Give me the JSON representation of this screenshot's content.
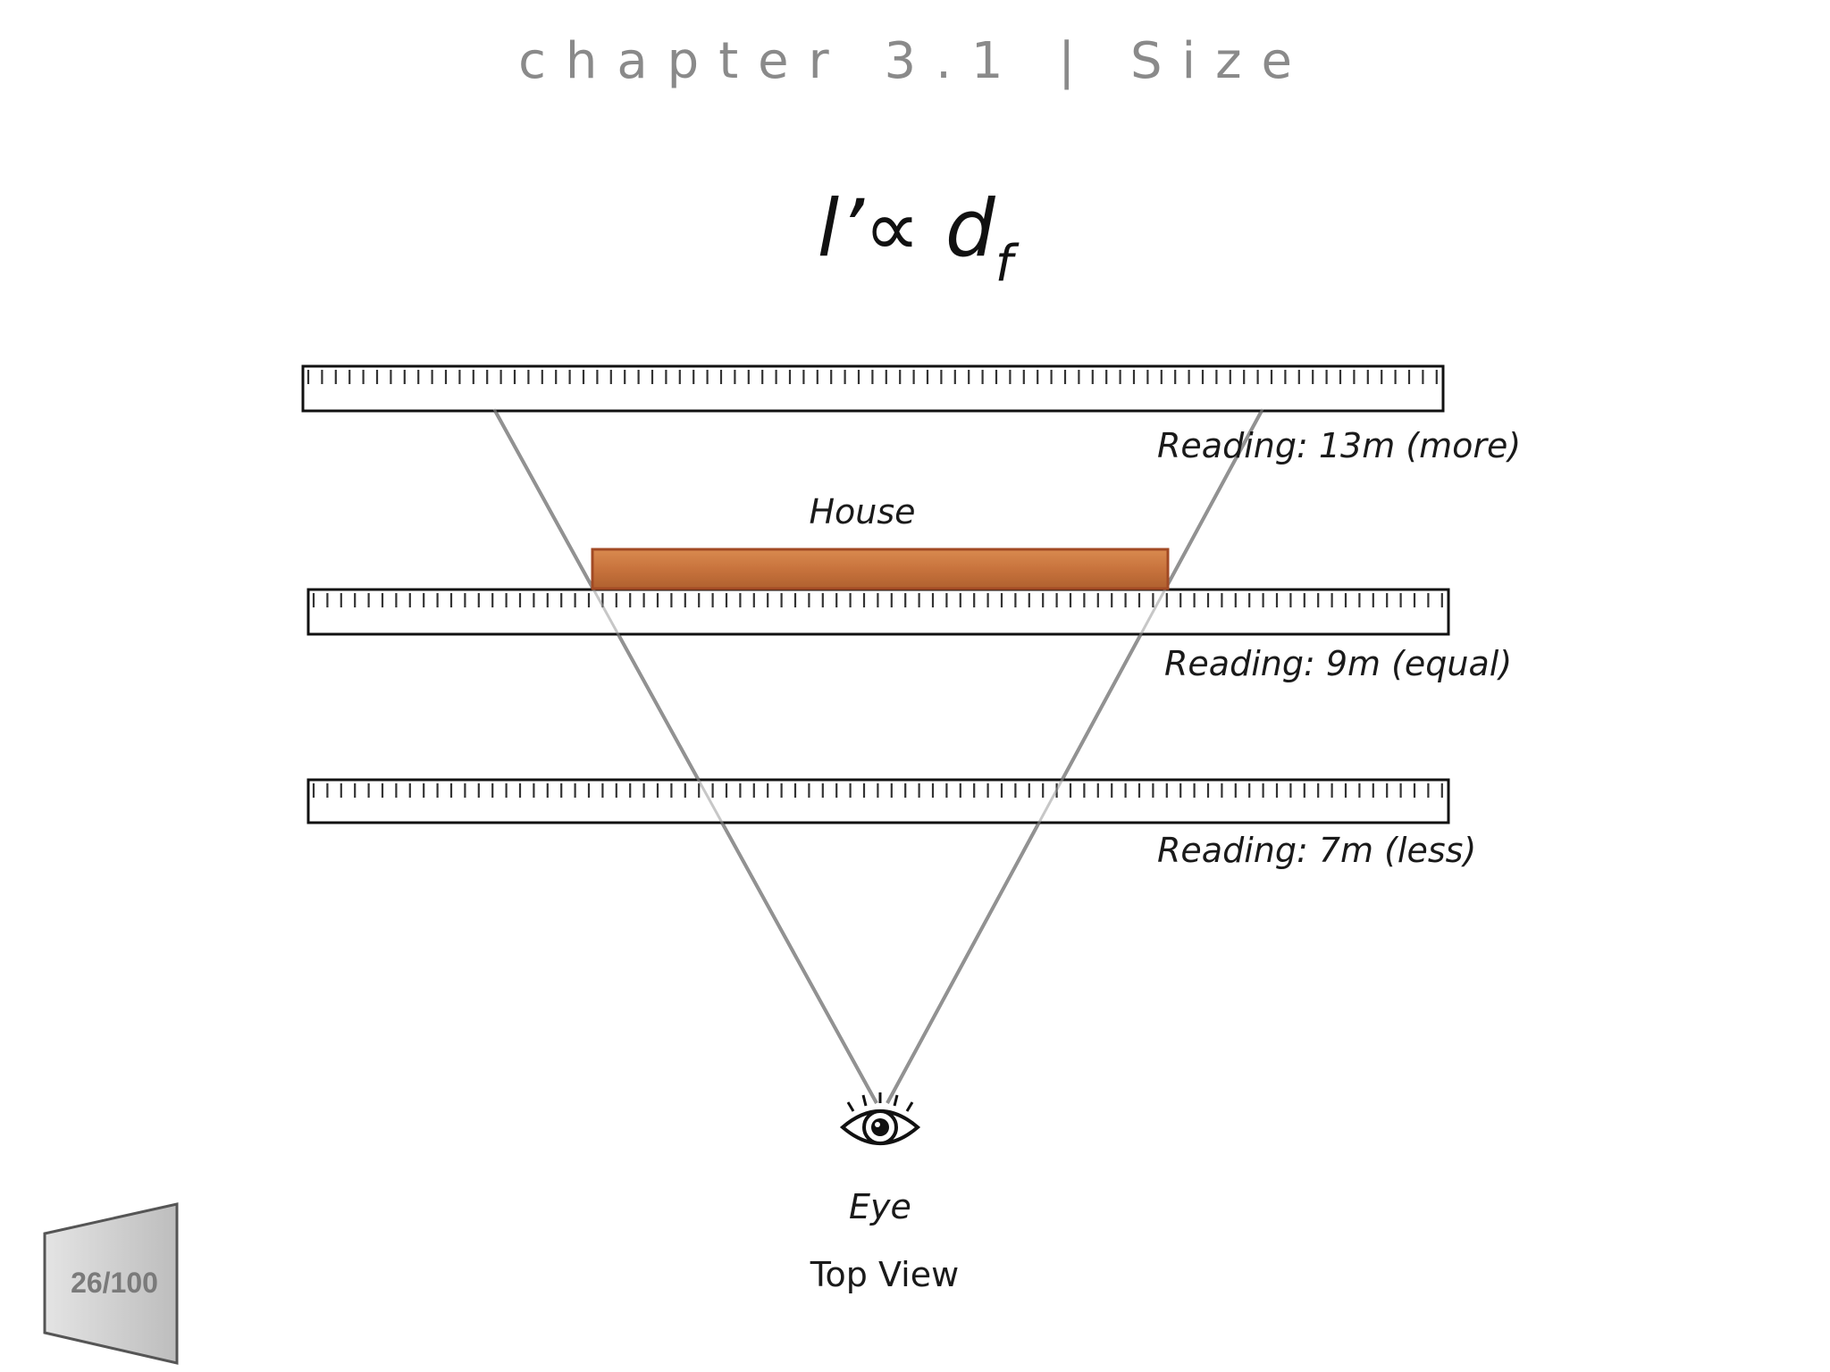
{
  "header": {
    "chapter_title": "chapter 3.1 | Size"
  },
  "formula": {
    "main": "l’∝ d",
    "subscript": "f"
  },
  "diagram": {
    "house_label": "House",
    "house_color": "#c8733d",
    "readings": [
      {
        "label": "Reading: 13m (more)"
      },
      {
        "label": "Reading: 9m (equal)"
      },
      {
        "label": "Reading: 7m (less)"
      }
    ],
    "eye_label": "Eye",
    "view_label": "Top View"
  },
  "footer": {
    "page_number": "26/100"
  }
}
